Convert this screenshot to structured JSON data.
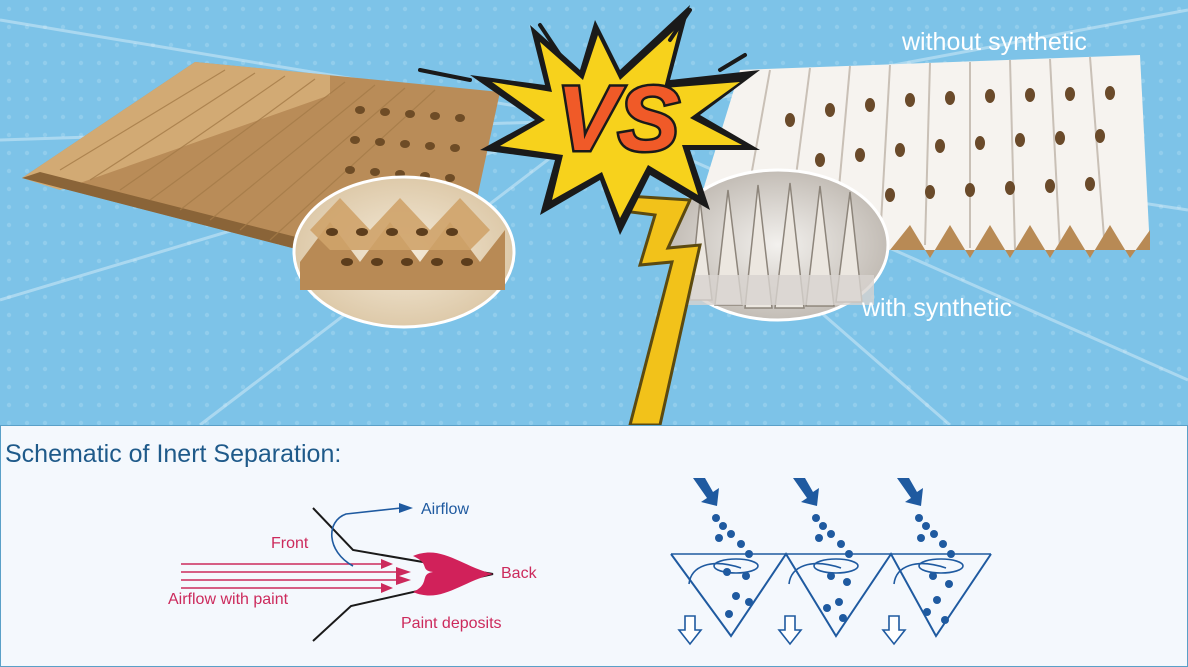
{
  "comparison": {
    "vs_text": "VS",
    "label_without": "without synthetic",
    "label_with": "with synthetic"
  },
  "schematic": {
    "title": "Schematic of Inert Separation:",
    "airflow_label": "Airflow",
    "front_label": "Front",
    "back_label": "Back",
    "airflow_paint_label": "Airflow with paint",
    "paint_deposits_label": "Paint deposits"
  },
  "colors": {
    "background_blue": "#7dc3e8",
    "cardboard": "#c9a06a",
    "vs_orange": "#f05a28",
    "burst_yellow": "#f7d21c",
    "schematic_red": "#cc2a5c",
    "schematic_blue": "#1f5aa0"
  }
}
